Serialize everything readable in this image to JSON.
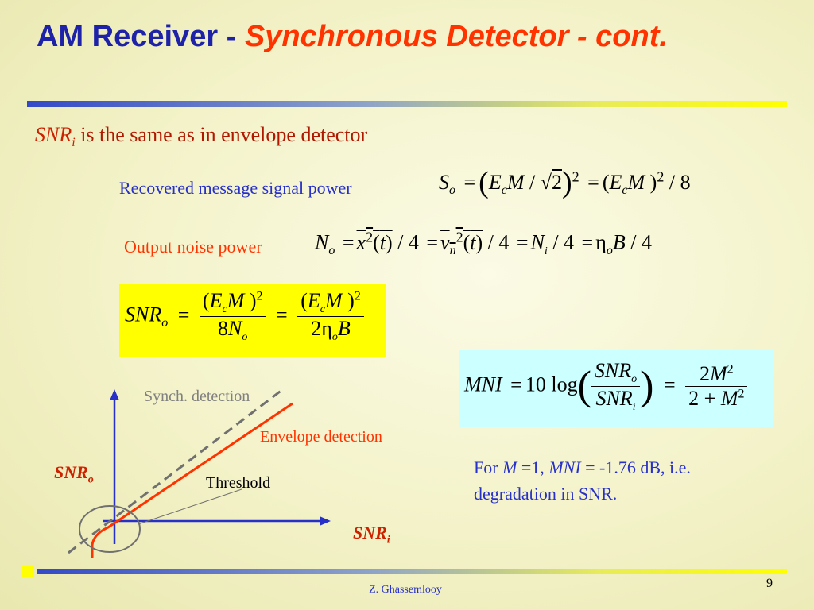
{
  "title": {
    "main": "AM Receiver - ",
    "sub": "Synchronous Detector - cont."
  },
  "intro": {
    "var": "SNR",
    "sub": "i",
    "rest": " is the same as in envelope detector"
  },
  "recovered_power": {
    "label": "Recovered message signal power"
  },
  "noise_power": {
    "label": "Output noise power"
  },
  "snr_box": {},
  "mni_box": {},
  "note": {
    "for": "For ",
    "M": "M",
    "eq1": " =1, ",
    "MNI": "MNI",
    "eq2": " = -1.76 dB, i.e. degradation in SNR."
  },
  "plot": {
    "sync_label": "Synch. detection",
    "env_label": "Envelope detection",
    "threshold_label": "Threshold",
    "y_axis": "SNR",
    "y_sub": "o",
    "x_axis": "SNR",
    "x_sub": "i",
    "colors": {
      "axis": "#2730c8",
      "envelope": "#ff3300",
      "sync": "#707070"
    }
  },
  "footer": {
    "author": "Z. Ghassemlooy",
    "page": "9"
  }
}
